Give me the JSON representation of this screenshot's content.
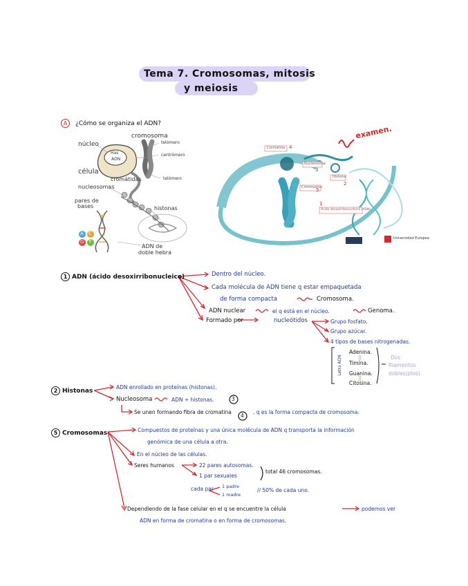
{
  "title": {
    "line1": "Tema 7. Cromosomas, mitosis",
    "line2": "y meiosis"
  },
  "question": {
    "marker": "A",
    "text": "¿Cómo se organiza el ADN?"
  },
  "figure_left": {
    "labels": {
      "cromosoma": "cromosoma",
      "nucleo": "núcleo",
      "telomero1": "telómero",
      "centromero": "centrómero",
      "celula": "célula",
      "cromatidas": "cromátidas",
      "telomero2": "telómero",
      "nucleosomas": "nucleosomas",
      "pares": "pares de",
      "bases": "bases",
      "histonas": "histonas",
      "adn1": "ADN de",
      "adn2": "doble hebra",
      "nucleus_text1": "Has",
      "nucleus_text2": "ADN"
    },
    "bases": [
      "A",
      "C",
      "G",
      "T"
    ]
  },
  "figure_right": {
    "labels": {
      "cromatina": "Cromatina",
      "nucleosoma": "Nucleosoma",
      "histona": "Histona",
      "cromosoma": "Cromosoma",
      "adn": "Ácido desoxirribonucleico (ADN)",
      "n4": "4",
      "n3": "3",
      "n2": "2",
      "n5": "5",
      "n1": "1",
      "credit": "Universidad Europea"
    },
    "note": "examen."
  },
  "section1": {
    "num": "1",
    "title": "ADN (ácido desoxirribonucleico)",
    "items": [
      "Dentro del núcleo.",
      "Cada molécula de ADN tiene q estar empaquetada",
      "de forma compacta",
      "Cromosoma.",
      "ADN nuclear",
      "el q está en el núcleo.",
      "Genoma.",
      "Formado por",
      "nucleótidos"
    ],
    "nucleotide": [
      "Grupo fosfato.",
      "Grupo azúcar.",
      "4 tipos de bases nitrogenadas."
    ],
    "bases": [
      "Adenina.",
      "Timina.",
      "Guanina.",
      "Citosina."
    ],
    "pair_marks": [
      "||",
      "||"
    ],
    "side_label": "Letra ADN",
    "note": [
      "Dos",
      "filamentos",
      "dobles(plos)."
    ]
  },
  "section2": {
    "num": "2",
    "title": "Histonas",
    "items": [
      "ADN enrollado en proteínas (histonas).",
      "Nucleosoma",
      "ADN + histonas.",
      "3"
    ],
    "line3": "Se unen formando fibra de cromatina",
    "line3b": ", q es la forma compacta de cromosoma.",
    "line3num": "4"
  },
  "section3": {
    "num": "5",
    "title": "Cromosomas",
    "items": [
      "Compuestos de proteínas y una única molécula de ADN q transporta la información",
      "genómica de una célula a otra.",
      "En el núcleo de las células.",
      "Seres humanos",
      "22 pares autosomas.",
      "1 par sexuales",
      "total 46 cromosomas.",
      "cada par",
      "1 padre",
      "1 madre",
      "// 50% de cada uno.",
      "Dependiendo de la fase celular en el q se encuentre la célula",
      "podemos ver",
      "ADN en forma de cromatina o en forma de cromosomas."
    ]
  },
  "colors": {
    "highlight": "#dcd4f7",
    "blue": "#1f3a9c",
    "red": "#d8262b",
    "green": "#6bbf3a",
    "teal": "#3aa8b8"
  }
}
